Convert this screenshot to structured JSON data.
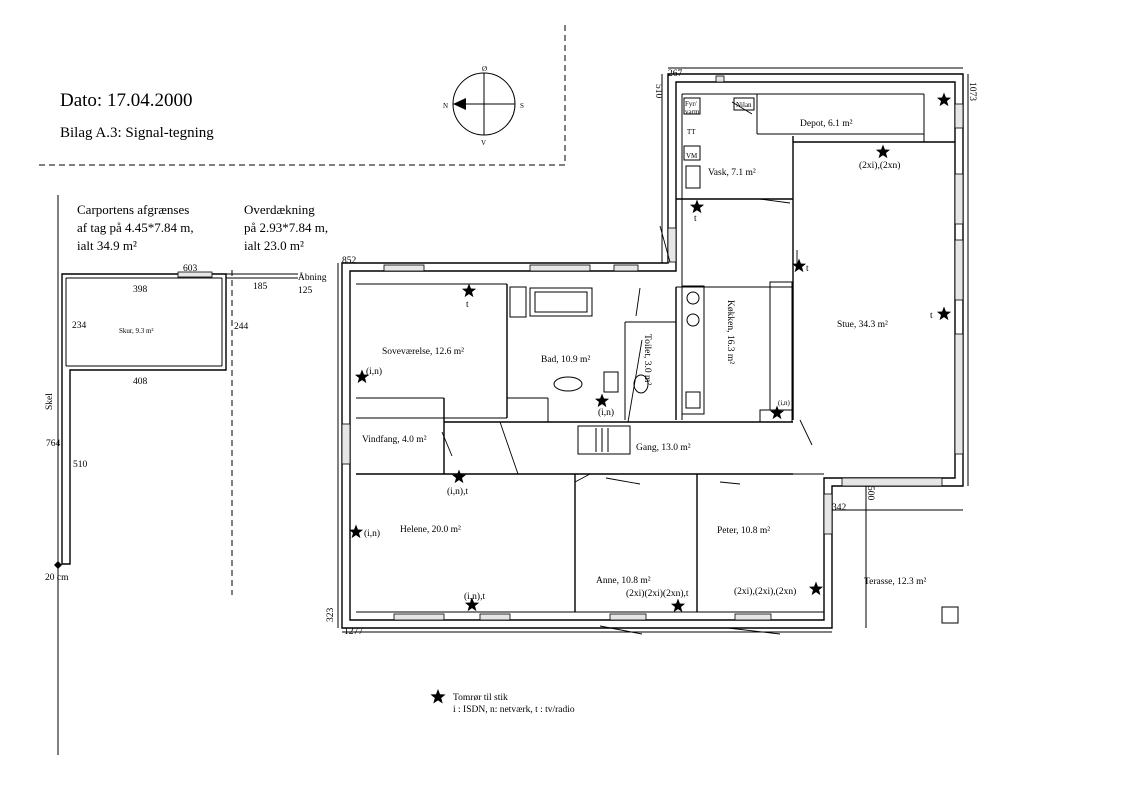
{
  "header": {
    "date": "Dato: 17.04.2000",
    "subtitle": "Bilag A.3: Signal-tegning"
  },
  "compass": {
    "n": "N",
    "s": "S",
    "o": "Ø",
    "v": "V"
  },
  "carport": {
    "line1": "Carportens afgrænses",
    "line2": "af tag på 4.45*7.84 m,",
    "line3": "ialt 34.9 m²"
  },
  "overdaekning": {
    "line1": "Overdækning",
    "line2": "på 2.93*7.84 m,",
    "line3": "ialt 23.0 m²"
  },
  "dimensions": {
    "d603": "603",
    "d398": "398",
    "d185": "185",
    "d125": "125",
    "d234": "234",
    "d244": "244",
    "d408": "408",
    "d764": "764",
    "d510": "510",
    "d20cm": "20 cm",
    "d852": "852",
    "d267": "267",
    "d510b": "510",
    "d1073": "1073",
    "d500": "500",
    "d342": "342",
    "d323": "323",
    "d1277": "1277"
  },
  "labels": {
    "abning": "Åbning",
    "skel": "Skel",
    "skur": "Skur, 9.3 m²",
    "terasse": "Terasse, 12.3 m²"
  },
  "rooms": {
    "depot": "Depot, 6.1 m²",
    "vask": "Vask, 7.1 m²",
    "stue": "Stue, 34.3 m²",
    "koekken": "Køkken, 16.3 m²",
    "sovevaerelse": "Soveværelse, 12.6 m²",
    "bad": "Bad, 10.9 m²",
    "toilet": "Toilet, 3.0 m²",
    "vindfang": "Vindfang, 4.0 m²",
    "gang": "Gang, 13.0 m²",
    "helene": "Helene, 20.0 m²",
    "anne": "Anne, 10.8 m²",
    "peter": "Peter, 10.8 m²"
  },
  "fixtures": {
    "fyr": "Fyr/",
    "fyr2": "varm",
    "nilan": "Nilan",
    "vm": "VM",
    "tt": "TT"
  },
  "outlets": {
    "depot": "",
    "stue_top": "(2xi),(2xn)",
    "vask": "t",
    "koekken_top": "t",
    "stue_right": "t",
    "sove_top": "t",
    "sove_left": "(i,n)",
    "bad": "(i,n)",
    "koekken_bottom": "(i,n)",
    "gang": "(i,n),t",
    "helene_left": "(i,n)",
    "helene_bottom": "(i,n),t",
    "anne": "(2xi)(2xi)(2xn),t",
    "peter": "(2xi),(2xi),(2xn)"
  },
  "legend": {
    "line1": "Tomrør til stik",
    "line2": "i : ISDN, n: netværk, t : tv/radio"
  }
}
